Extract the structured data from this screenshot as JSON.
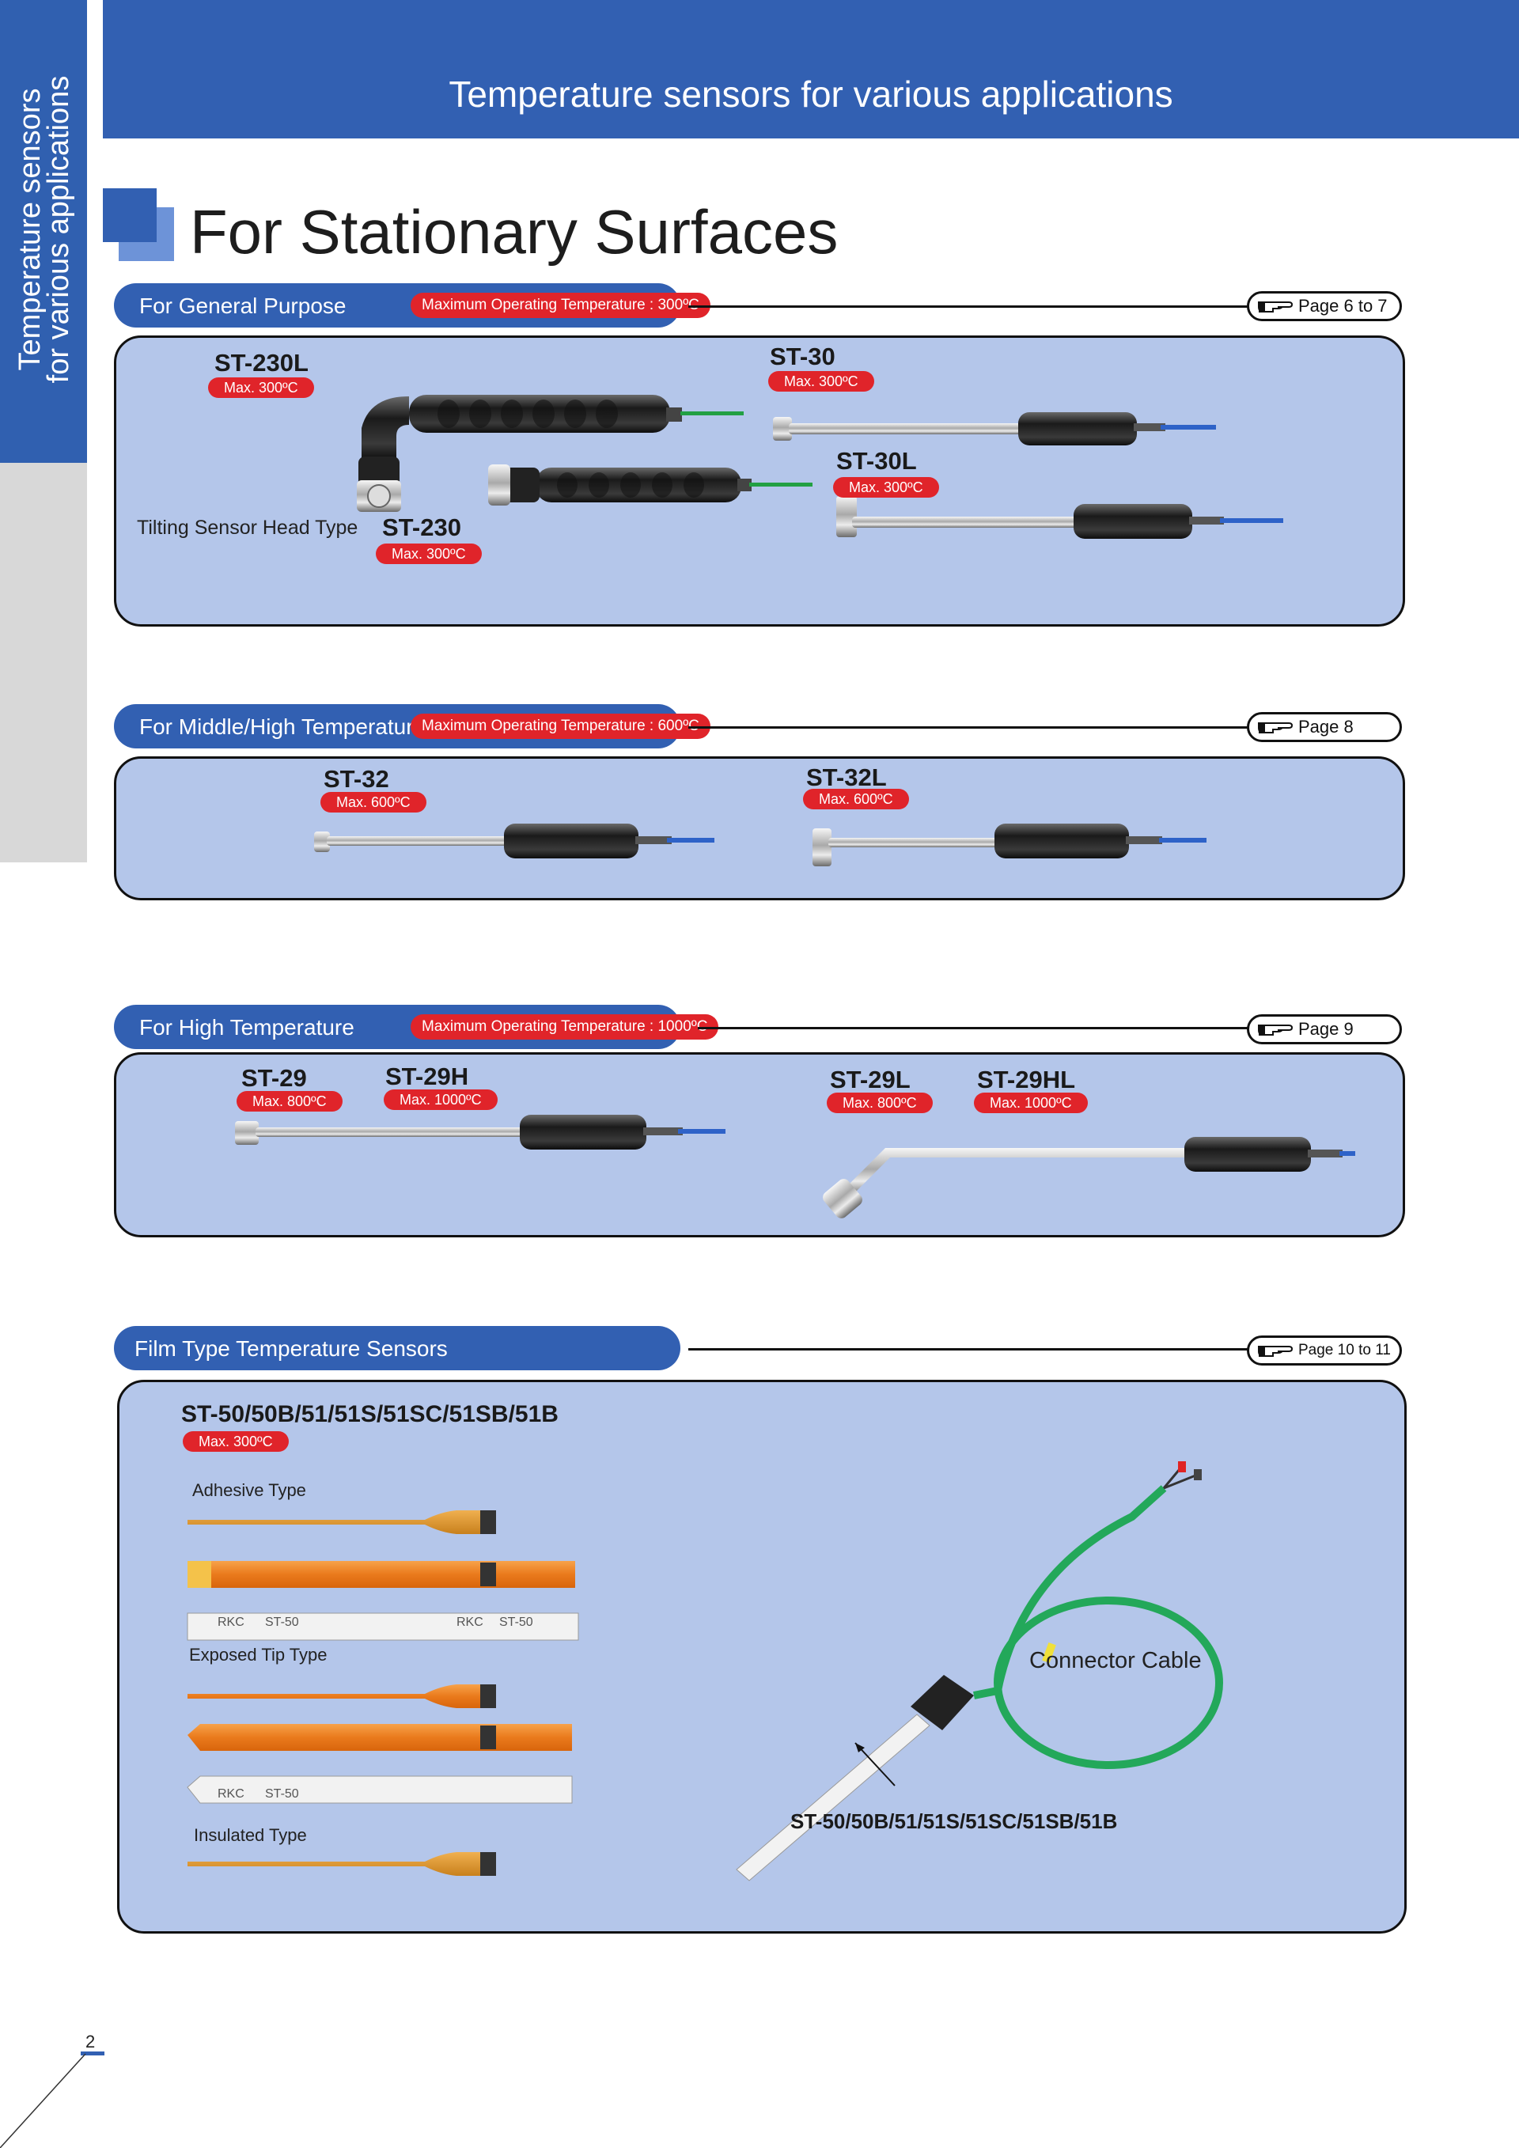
{
  "side_tab": {
    "line1": "Temperature sensors",
    "line2": "for various applications"
  },
  "header": {
    "title": "Temperature sensors for various applications"
  },
  "page_title": "For Stationary Surfaces",
  "sections": [
    {
      "label": "For General Purpose",
      "max_temp": "Maximum Operating Temperature : 300ºC",
      "page_ref": "Page 6 to 7",
      "products": [
        {
          "model": "ST-230L",
          "max": "Max. 300ºC"
        },
        {
          "model": "ST-230",
          "max": "Max. 300ºC",
          "note": "Tilting Sensor Head Type"
        },
        {
          "model": "ST-30",
          "max": "Max. 300ºC"
        },
        {
          "model": "ST-30L",
          "max": "Max. 300ºC"
        }
      ]
    },
    {
      "label": "For Middle/High Temperature",
      "max_temp": "Maximum Operating Temperature : 600ºC",
      "page_ref": "Page 8",
      "products": [
        {
          "model": "ST-32",
          "max": "Max. 600ºC"
        },
        {
          "model": "ST-32L",
          "max": "Max. 600ºC"
        }
      ]
    },
    {
      "label": "For High Temperature",
      "max_temp": "Maximum Operating Temperature : 1000ºC",
      "page_ref": "Page 9",
      "products": [
        {
          "model": "ST-29",
          "max": "Max. 800ºC"
        },
        {
          "model": "ST-29H",
          "max": "Max. 1000ºC"
        },
        {
          "model": "ST-29L",
          "max": "Max. 800ºC"
        },
        {
          "model": "ST-29HL",
          "max": "Max. 1000ºC"
        }
      ]
    },
    {
      "label": "Film Type Temperature Sensors",
      "page_ref": "Page 10 to 11",
      "products": [
        {
          "model": "ST-50/50B/51/51S/51SC/51SB/51B",
          "max": "Max. 300ºC"
        }
      ],
      "types": [
        "Adhesive Type",
        "Exposed Tip Type",
        "Insulated Type"
      ],
      "film_labels": [
        "RKC",
        "ST-50"
      ],
      "connector_label": "Connector Cable",
      "callout": "ST-50/50B/51/51S/51SC/51SB/51B"
    }
  ],
  "page_number": "2",
  "colors": {
    "brand_blue": "#3260b2",
    "panel_blue": "#b4c6ea",
    "badge_red": "#e0242a"
  }
}
